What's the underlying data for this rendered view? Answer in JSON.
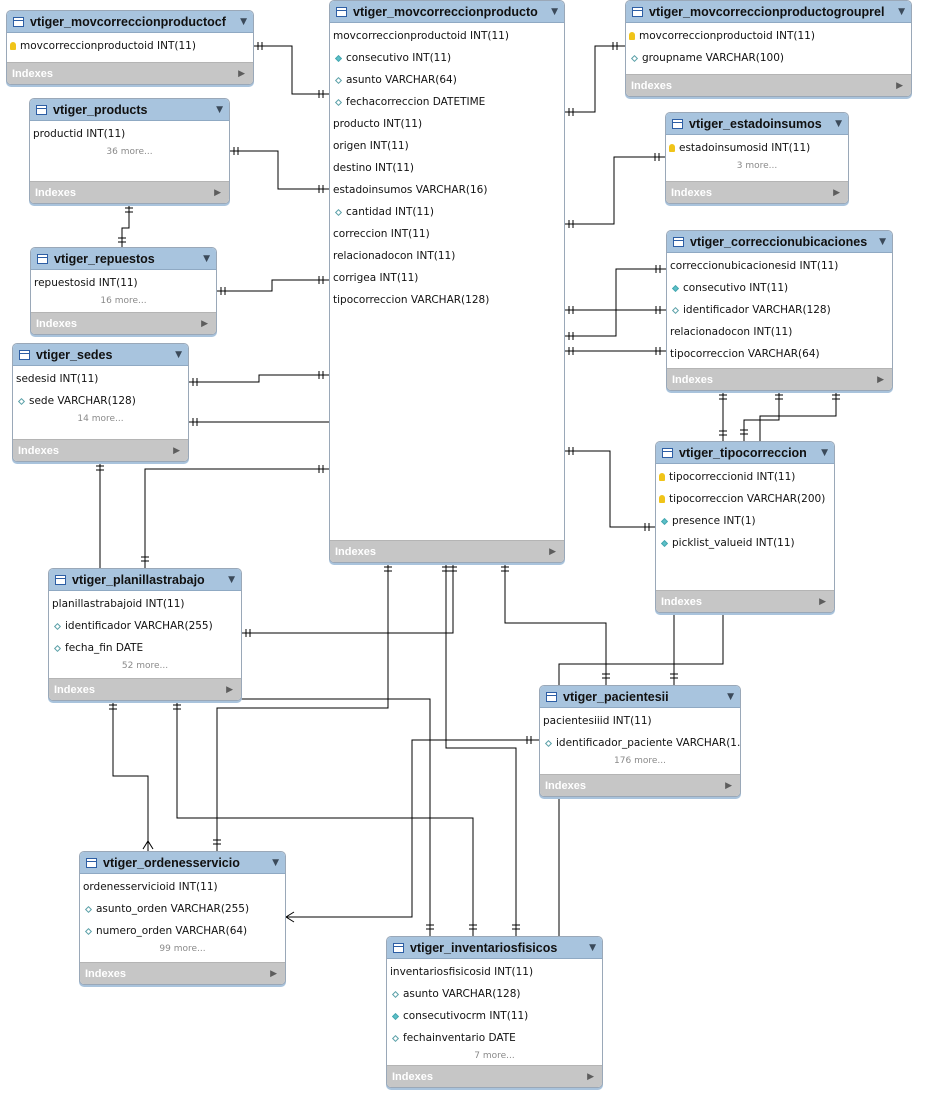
{
  "diagram": {
    "indexes_label": "Indexes",
    "tables": {
      "movcorreccionproductocf": {
        "name": "vtiger_movcorreccionproductocf",
        "columns": [
          {
            "text": "movcorreccionproductoid INT(11)",
            "icon": "key"
          }
        ],
        "more": ""
      },
      "products": {
        "name": "vtiger_products",
        "columns": [
          {
            "text": "productid INT(11)",
            "icon": "none"
          }
        ],
        "more": "36 more..."
      },
      "repuestos": {
        "name": "vtiger_repuestos",
        "columns": [
          {
            "text": "repuestosid INT(11)",
            "icon": "none"
          }
        ],
        "more": "16 more..."
      },
      "sedes": {
        "name": "vtiger_sedes",
        "columns": [
          {
            "text": "sedesid INT(11)",
            "icon": "none"
          },
          {
            "text": "sede VARCHAR(128)",
            "icon": "hollow"
          }
        ],
        "more": "14 more..."
      },
      "movcorreccionproducto": {
        "name": "vtiger_movcorreccionproducto",
        "columns": [
          {
            "text": "movcorreccionproductoid INT(11)",
            "icon": "none"
          },
          {
            "text": "consecutivo INT(11)",
            "icon": "filled"
          },
          {
            "text": "asunto VARCHAR(64)",
            "icon": "hollow"
          },
          {
            "text": "fechacorreccion DATETIME",
            "icon": "hollow"
          },
          {
            "text": "producto INT(11)",
            "icon": "none"
          },
          {
            "text": "origen INT(11)",
            "icon": "none"
          },
          {
            "text": "destino INT(11)",
            "icon": "none"
          },
          {
            "text": "estadoinsumos VARCHAR(16)",
            "icon": "none"
          },
          {
            "text": "cantidad INT(11)",
            "icon": "hollow"
          },
          {
            "text": "correccion INT(11)",
            "icon": "none"
          },
          {
            "text": "relacionadocon INT(11)",
            "icon": "none"
          },
          {
            "text": "corrigea INT(11)",
            "icon": "none"
          },
          {
            "text": "tipocorreccion VARCHAR(128)",
            "icon": "none"
          }
        ],
        "more": ""
      },
      "movcorreccionproductogrouprel": {
        "name": "vtiger_movcorreccionproductogrouprel",
        "columns": [
          {
            "text": "movcorreccionproductoid INT(11)",
            "icon": "key"
          },
          {
            "text": "groupname VARCHAR(100)",
            "icon": "hollow"
          }
        ],
        "more": ""
      },
      "estadoinsumos": {
        "name": "vtiger_estadoinsumos",
        "columns": [
          {
            "text": "estadoinsumosid INT(11)",
            "icon": "key"
          }
        ],
        "more": "3 more..."
      },
      "correccionubicaciones": {
        "name": "vtiger_correccionubicaciones",
        "columns": [
          {
            "text": "correccionubicacionesid INT(11)",
            "icon": "none"
          },
          {
            "text": "consecutivo INT(11)",
            "icon": "filled"
          },
          {
            "text": "identificador VARCHAR(128)",
            "icon": "hollow"
          },
          {
            "text": "relacionadocon INT(11)",
            "icon": "none"
          },
          {
            "text": "tipocorreccion VARCHAR(64)",
            "icon": "none"
          }
        ],
        "more": ""
      },
      "tipocorreccion": {
        "name": "vtiger_tipocorreccion",
        "columns": [
          {
            "text": "tipocorreccionid INT(11)",
            "icon": "key"
          },
          {
            "text": "tipocorreccion VARCHAR(200)",
            "icon": "key"
          },
          {
            "text": "presence INT(1)",
            "icon": "filled"
          },
          {
            "text": "picklist_valueid INT(11)",
            "icon": "filled"
          }
        ],
        "more": ""
      },
      "planillastrabajo": {
        "name": "vtiger_planillastrabajo",
        "columns": [
          {
            "text": "planillastrabajoid INT(11)",
            "icon": "none"
          },
          {
            "text": "identificador VARCHAR(255)",
            "icon": "hollow"
          },
          {
            "text": "fecha_fin DATE",
            "icon": "hollow"
          }
        ],
        "more": "52 more..."
      },
      "pacientesii": {
        "name": "vtiger_pacientesii",
        "columns": [
          {
            "text": "pacientesiiid INT(11)",
            "icon": "none"
          },
          {
            "text": "identificador_paciente VARCHAR(1...",
            "icon": "hollow"
          }
        ],
        "more": "176 more..."
      },
      "ordenesservicio": {
        "name": "vtiger_ordenesservicio",
        "columns": [
          {
            "text": "ordenesservicioid INT(11)",
            "icon": "none"
          },
          {
            "text": "asunto_orden VARCHAR(255)",
            "icon": "hollow"
          },
          {
            "text": "numero_orden VARCHAR(64)",
            "icon": "hollow"
          }
        ],
        "more": "99 more..."
      },
      "inventariosfisicos": {
        "name": "vtiger_inventariosfisicos",
        "columns": [
          {
            "text": "inventariosfisicosid INT(11)",
            "icon": "none"
          },
          {
            "text": "asunto VARCHAR(128)",
            "icon": "hollow"
          },
          {
            "text": "consecutivocrm INT(11)",
            "icon": "filled"
          },
          {
            "text": "fechainventario DATE",
            "icon": "hollow"
          }
        ],
        "more": "7 more..."
      }
    }
  },
  "colors": {
    "header": "#a8c4de",
    "indexes_bar": "#c6c6c6",
    "connector": "#000000",
    "key": "#f0c419",
    "indexed_column": "#5cc0c8"
  }
}
